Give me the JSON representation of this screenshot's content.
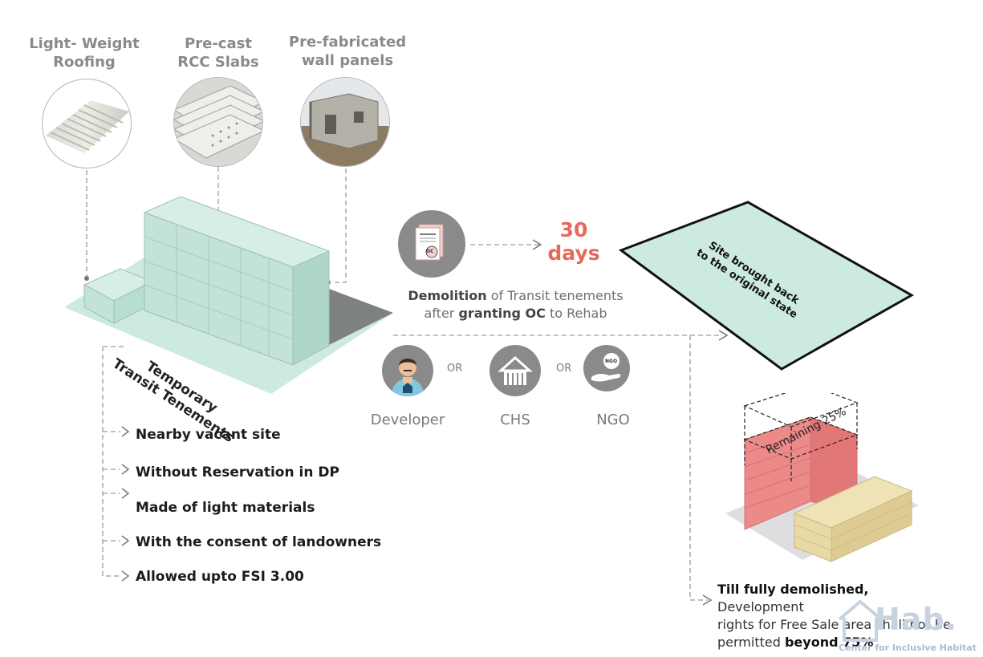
{
  "materials": [
    {
      "line1": "Light- Weight",
      "line2": "Roofing",
      "icon": "corrugated-roof-photo"
    },
    {
      "line1": "Pre-cast",
      "line2": "RCC Slabs",
      "icon": "precast-slabs-photo"
    },
    {
      "line1": "Pre-fabricated",
      "line2": "wall panels",
      "icon": "wall-panels-photo"
    }
  ],
  "building_label": {
    "line1": "Temporary",
    "line2": "Transit Tenements"
  },
  "timeline": {
    "value": "30",
    "unit": "days"
  },
  "demolition": {
    "b1": "Demolition",
    "t1": " of Transit tenements",
    "t2": "after ",
    "b2": "granting OC",
    "t3": " to Rehab"
  },
  "oc_badge": "OC",
  "site_label": {
    "line1": "Site brought back",
    "line2": "to the original state"
  },
  "actors": [
    {
      "label": "Developer",
      "icon": "developer-icon"
    },
    {
      "label": "CHS",
      "icon": "house-icon"
    },
    {
      "label": "NGO",
      "icon": "ngo-hand-icon",
      "badge": "NGO"
    }
  ],
  "or_label": "OR",
  "criteria": [
    "Nearby vacant site",
    "Without Reservation in DP",
    "Made of light materials",
    "With the consent of landowners",
    "Allowed upto FSI 3.00"
  ],
  "remaining_label": "Remaining 25%",
  "note": {
    "b1": "Till fully demolished,",
    "t1": " Development",
    "t2": "rights for Free Sale area shall not be",
    "t3": "permitted ",
    "b2": "beyond 75%"
  },
  "logo": {
    "name": "Hab.",
    "subtitle": "Center for Inclusive Habitat"
  },
  "colors": {
    "mint": "#cdeae2",
    "orange": "#e8685c",
    "red_block": "#ec8a8a",
    "yellow_block": "#e8d9a6",
    "grey_circle": "#8a8a8a"
  }
}
